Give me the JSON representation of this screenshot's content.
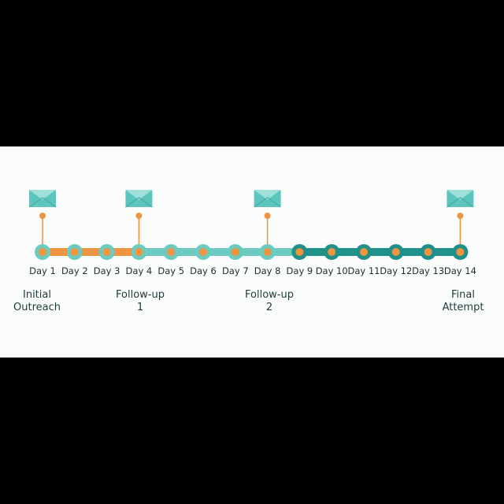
{
  "colors": {
    "background": "#fbfcfc",
    "orange": "#ef9540",
    "light_teal": "#6ccabf",
    "dark_teal": "#22908a",
    "envelope": "#5cc5bd",
    "envelope_flap": "#9fe0da",
    "text": "#1f2d2d"
  },
  "days": [
    {
      "label": "Day 1",
      "phase": "orange"
    },
    {
      "label": "Day 2",
      "phase": "orange"
    },
    {
      "label": "Day 3",
      "phase": "orange"
    },
    {
      "label": "Day 4",
      "phase": "light"
    },
    {
      "label": "Day 5",
      "phase": "light"
    },
    {
      "label": "Day 6",
      "phase": "light"
    },
    {
      "label": "Day 7",
      "phase": "light"
    },
    {
      "label": "Day 8",
      "phase": "light"
    },
    {
      "label": "Day 9",
      "phase": "dark"
    },
    {
      "label": "Day 10",
      "phase": "dark"
    },
    {
      "label": "Day 11",
      "phase": "dark"
    },
    {
      "label": "Day 12",
      "phase": "dark"
    },
    {
      "label": "Day 13",
      "phase": "dark"
    },
    {
      "label": "Day 14",
      "phase": "dark"
    }
  ],
  "milestones": [
    {
      "day_index": 0,
      "icon": "envelope-icon",
      "label_line1": "Initial",
      "label_line2": "Outreach"
    },
    {
      "day_index": 3,
      "icon": "envelope-icon",
      "label_line1": "Follow-up",
      "label_line2": "1"
    },
    {
      "day_index": 7,
      "icon": "envelope-icon",
      "label_line1": "Follow-up",
      "label_line2": "2"
    },
    {
      "day_index": 13,
      "icon": "envelope-icon",
      "label_line1": "Final",
      "label_line2": "Attempt"
    }
  ]
}
